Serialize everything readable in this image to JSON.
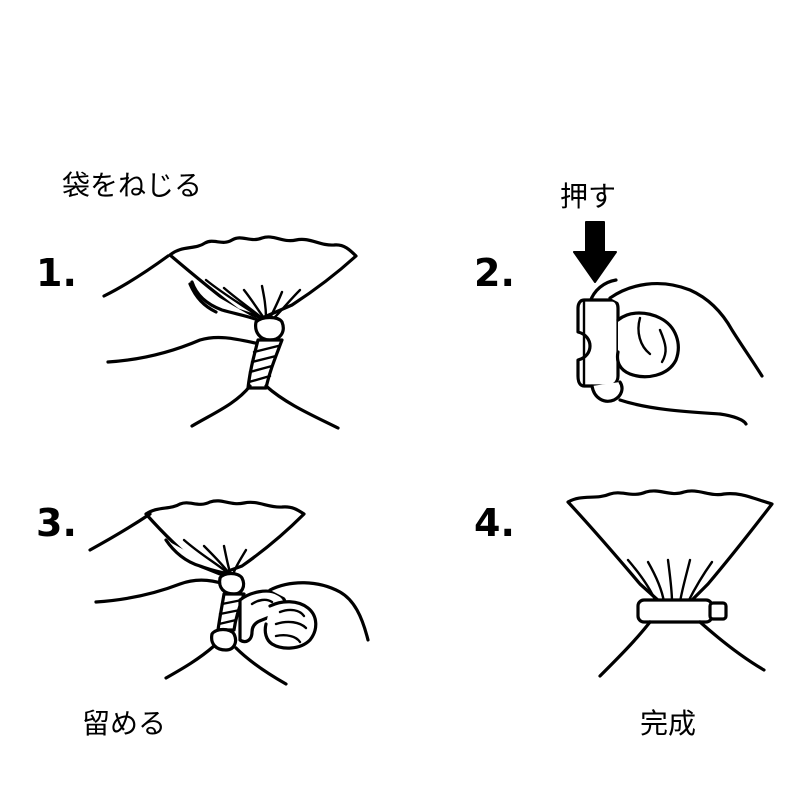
{
  "steps": [
    {
      "number": "1.",
      "caption": "袋をねじる"
    },
    {
      "number": "2.",
      "caption": "押す"
    },
    {
      "number": "3.",
      "caption": "留める"
    },
    {
      "number": "4.",
      "caption": "完成"
    }
  ],
  "colors": {
    "line": "#000000",
    "background": "#ffffff"
  }
}
